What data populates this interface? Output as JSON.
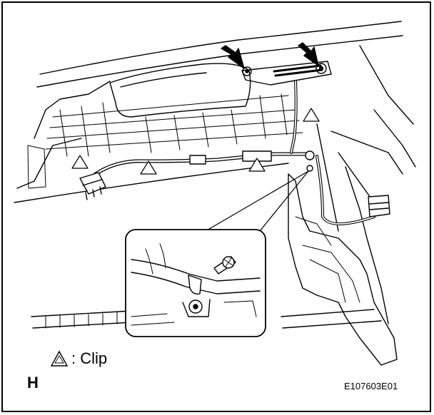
{
  "legend": {
    "symbol": "clip-triangle",
    "label": ": Clip"
  },
  "corner_letter": "H",
  "figure_code": "E107603E01",
  "colors": {
    "ink": "#000000",
    "paper": "#ffffff"
  }
}
